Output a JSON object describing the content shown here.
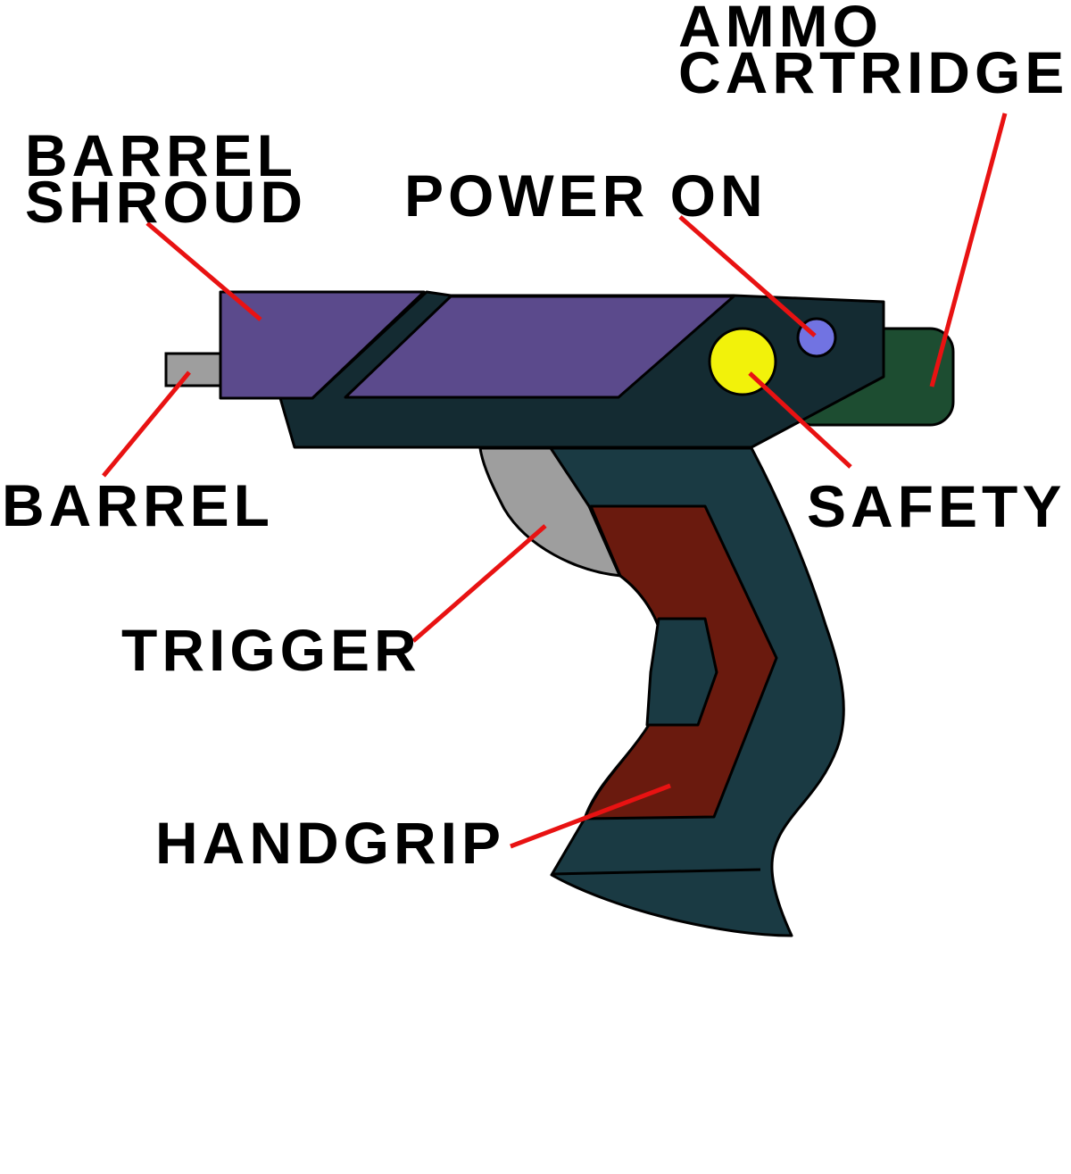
{
  "figure": "ray-gun-parts-diagram",
  "labels": {
    "ammo_cartridge": {
      "line1": "AMMO",
      "line2": "CARTRIDGE"
    },
    "barrel_shroud": {
      "line1": "BARREL",
      "line2": "SHROUD"
    },
    "power_on": "POWER ON",
    "barrel": "BARREL",
    "safety": "SAFETY",
    "trigger": "TRIGGER",
    "handgrip": "HANDGRIP"
  },
  "colors": {
    "background": "#ffffff",
    "label_text": "#000000",
    "outline": "#000000",
    "leader_line": "#e81212",
    "body": "#142b32",
    "grip": "#1a3a43",
    "barrel_shroud": "#5b4a8c",
    "barrel": "#9e9e9e",
    "trigger": "#9e9e9e",
    "ammo_cartridge": "#1d4d31",
    "safety_button": "#f2f20a",
    "power_on_light": "#7173e2",
    "handgrip_inlay": "#6a1a0e",
    "grip_notch": "#1a3a43"
  }
}
